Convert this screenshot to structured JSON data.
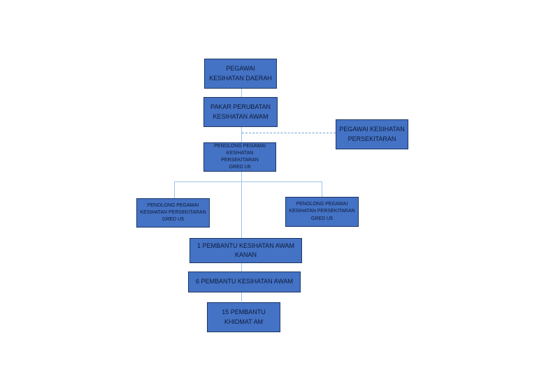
{
  "chart_data": {
    "type": "org-chart",
    "nodes": [
      {
        "id": "pkd",
        "label": "PEGAWAI\nKESIHATAN DAERAH"
      },
      {
        "id": "ppka",
        "label": "PAKAR PERUBATAN\nKESIHATAN AWAM",
        "parent": "pkd"
      },
      {
        "id": "pkp",
        "label": "PEGAWAI KESIHATAN\nPERSEKITARAN",
        "parent": "ppka",
        "relation": "dotted"
      },
      {
        "id": "u6",
        "label": "PENOLONG PEGAWAI\nKESIHATAN PERSEKITARAN\nGRED U6",
        "parent": "ppka"
      },
      {
        "id": "u5a",
        "label": "PENOLONG PEGAWAI\nKESIHATAN PERSEKITARAN\nGRED U5",
        "parent": "u6"
      },
      {
        "id": "u5b",
        "label": "PENOLONG PEGAWAI\nKESIHATAN PERSEKITARAN\nGRED U5",
        "parent": "u6"
      },
      {
        "id": "pka1",
        "label": "1 PEMBANTU KESIHATAN AWAM\nKANAN",
        "parent": "u6"
      },
      {
        "id": "pka6",
        "label": "6 PEMBANTU KESIHATAN AWAM",
        "parent": "pka1"
      },
      {
        "id": "pam15",
        "label": "15 PEMBANTU\nKHIDMAT AM",
        "parent": "pka6"
      }
    ]
  },
  "colors": {
    "box_fill": "#4472c4",
    "box_border": "#1f3864",
    "connector": "#9dc3e6"
  }
}
